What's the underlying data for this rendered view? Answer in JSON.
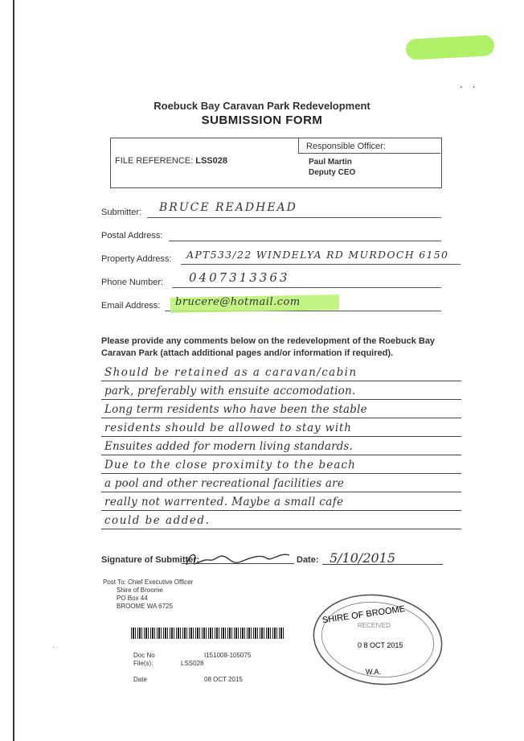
{
  "form": {
    "title": "Roebuck Bay Caravan Park Redevelopment",
    "subtitle": "SUBMISSION FORM",
    "file_reference_label": "FILE REFERENCE:",
    "file_reference_value": "LSS028",
    "responsible_officer_label": "Responsible Officer:",
    "officer_name": "Paul Martin",
    "officer_title": "Deputy CEO"
  },
  "fields": {
    "submitter_label": "Submitter:",
    "submitter_value": "BRUCE READHEAD",
    "postal_label": "Postal Address:",
    "postal_value": "",
    "property_label": "Property Address:",
    "property_value": "APT533/22 WINDELYA RD MURDOCH 6150",
    "phone_label": "Phone Number:",
    "phone_value": "0407313363",
    "email_label": "Email Address:",
    "email_value": "brucere@hotmail.com"
  },
  "instructions": "Please provide any comments below on the redevelopment of the Roebuck Bay Caravan Park (attach additional pages and/or information if required).",
  "comments": [
    "Should be retained as a caravan/cabin",
    "park, preferably with ensuite accomodation.",
    "Long term residents who have been the stable",
    "residents should be allowed to stay with",
    "Ensuites added for modern living standards.",
    "Due to the close proximity to the beach",
    "a pool and other recreational facilities are",
    "really not warrented. Maybe a small cafe",
    "could be added."
  ],
  "signature": {
    "label": "Signature of Submitter:",
    "date_label": "Date:",
    "date_value": "5/10/2015"
  },
  "post_to": {
    "line1": "Post To: Chief Executive Officer",
    "line2": "Shire of Broome",
    "line3": "PO Box 44",
    "line4": "BROOME WA 6725"
  },
  "doc_meta": {
    "doc_no_label": "Doc No",
    "doc_no_value": "I151008-105075",
    "files_label": "File(s):",
    "files_value": "LSS028",
    "date_label": "Date",
    "date_value": "08 OCT 2015"
  },
  "stamp": {
    "top_text": "SHIRE OF BROOME",
    "received": "RECEIVED",
    "date": "0 8 OCT 2015",
    "bottom_text": "W.A."
  }
}
